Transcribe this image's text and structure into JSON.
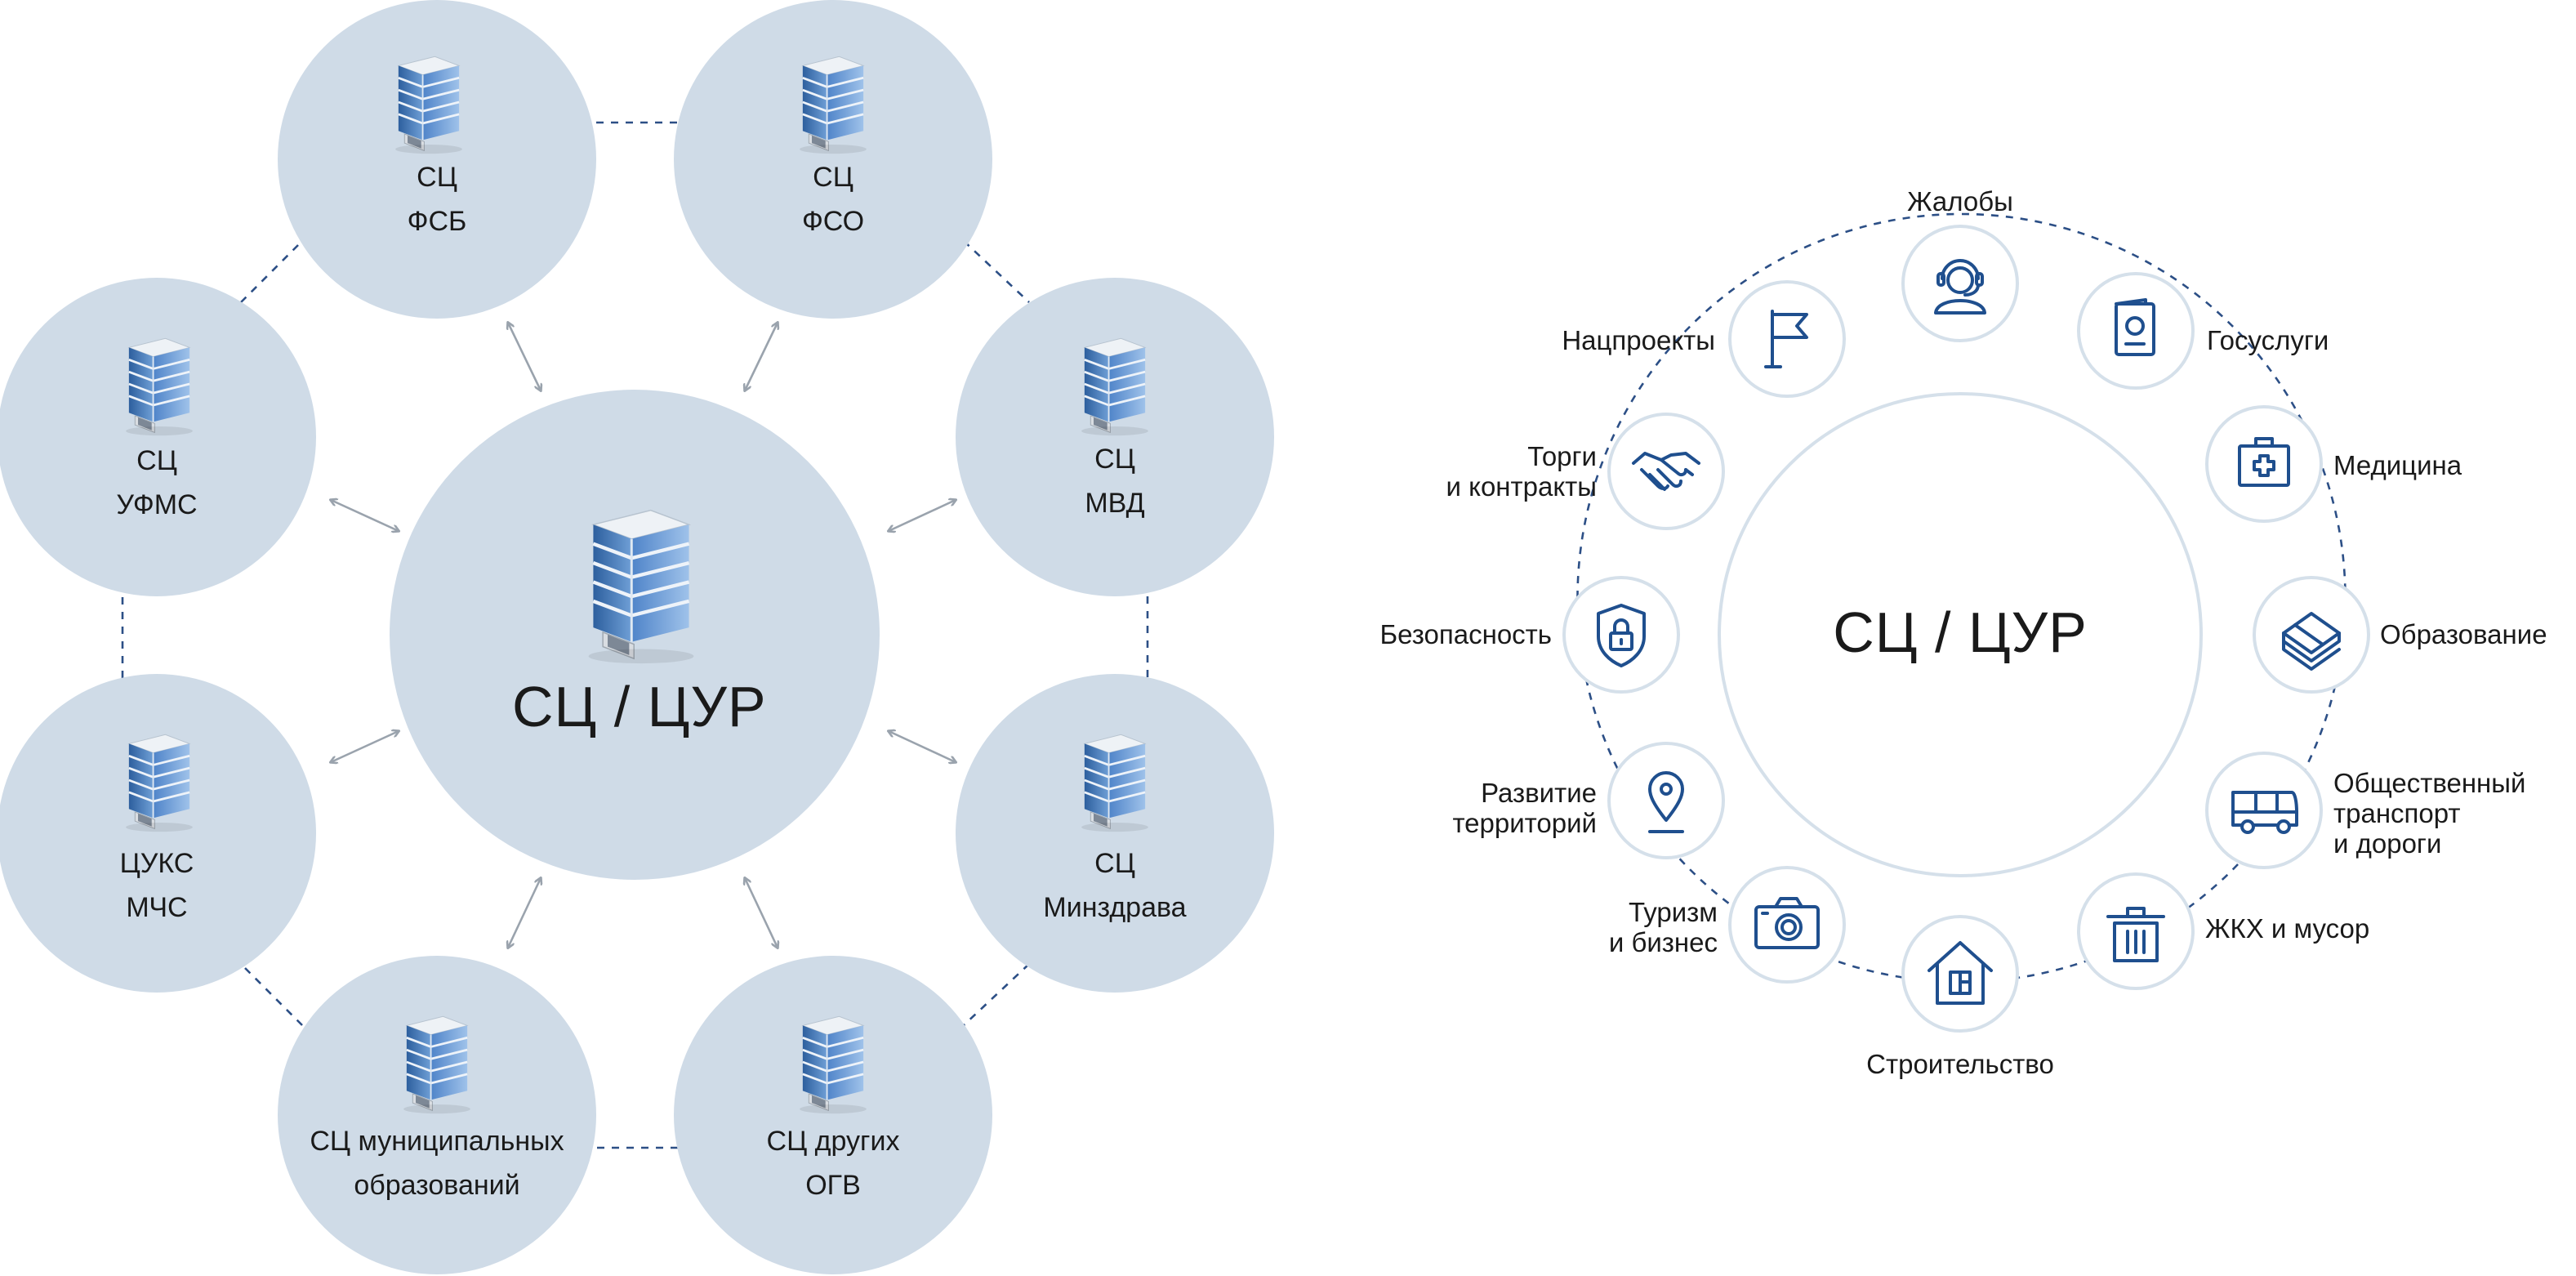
{
  "left_diagram": {
    "center": {
      "title": "СЦ / ЦУР"
    },
    "nodes": [
      {
        "id": "fsb",
        "line1": "СЦ",
        "line2": "ФСБ"
      },
      {
        "id": "fso",
        "line1": "СЦ",
        "line2": "ФСО"
      },
      {
        "id": "ufms",
        "line1": "СЦ",
        "line2": "УФМС"
      },
      {
        "id": "mvd",
        "line1": "СЦ",
        "line2": "МВД"
      },
      {
        "id": "mchs",
        "line1": "ЦУКС",
        "line2": "МЧС"
      },
      {
        "id": "minzdrav",
        "line1": "СЦ",
        "line2": "Минздрава"
      },
      {
        "id": "municipal",
        "line1": "СЦ муниципальных",
        "line2": "образований"
      },
      {
        "id": "ogv",
        "line1": "СЦ других",
        "line2": "ОГВ"
      }
    ]
  },
  "right_diagram": {
    "center": {
      "title": "СЦ / ЦУР"
    },
    "categories": [
      {
        "id": "complaints",
        "label_lines": [
          "Жалобы"
        ],
        "icon": "headset-operator-icon"
      },
      {
        "id": "gosuslugi",
        "label_lines": [
          "Госуслуги"
        ],
        "icon": "passport-icon"
      },
      {
        "id": "medicine",
        "label_lines": [
          "Медицина"
        ],
        "icon": "first-aid-kit-icon"
      },
      {
        "id": "education",
        "label_lines": [
          "Образование"
        ],
        "icon": "books-stack-icon"
      },
      {
        "id": "transport",
        "label_lines": [
          "Общественный",
          "транспорт",
          "и дороги"
        ],
        "icon": "bus-icon"
      },
      {
        "id": "housing",
        "label_lines": [
          "ЖКХ и мусор"
        ],
        "icon": "trash-bin-icon"
      },
      {
        "id": "construction",
        "label_lines": [
          "Строительство"
        ],
        "icon": "house-icon"
      },
      {
        "id": "tourism",
        "label_lines": [
          "Туризм",
          "и бизнес"
        ],
        "icon": "camera-icon"
      },
      {
        "id": "territory",
        "label_lines": [
          "Развитие",
          "территорий"
        ],
        "icon": "map-pin-icon"
      },
      {
        "id": "security",
        "label_lines": [
          "Безопасность"
        ],
        "icon": "shield-lock-icon"
      },
      {
        "id": "tenders",
        "label_lines": [
          "Торги",
          "и контракты"
        ],
        "icon": "handshake-icon"
      },
      {
        "id": "natprojects",
        "label_lines": [
          "Нацпроекты"
        ],
        "icon": "flag-icon"
      }
    ]
  },
  "colors": {
    "node_fill": "#cfdbe7",
    "connector": "#2c4f86",
    "arrow": "#9aa3ad",
    "ring_stroke": "#d5e0ea",
    "icon": "#1f4f8e",
    "text": "#1a1a1a"
  }
}
